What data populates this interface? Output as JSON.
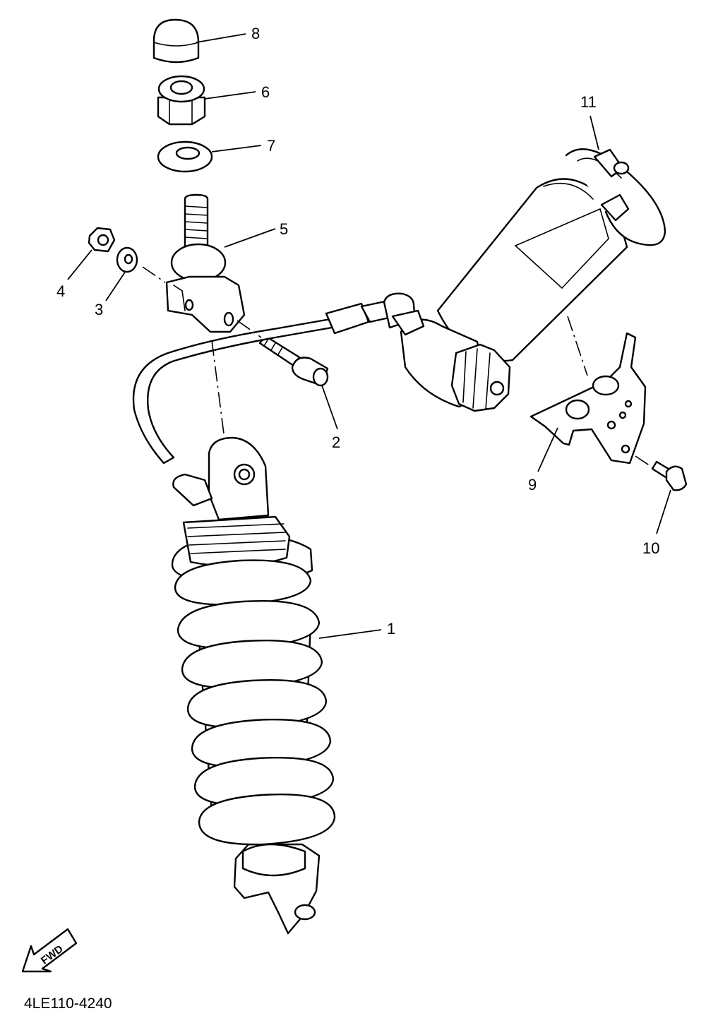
{
  "diagram": {
    "callouts": [
      {
        "id": "p1",
        "number": "1"
      },
      {
        "id": "p2",
        "number": "2"
      },
      {
        "id": "p3",
        "number": "3"
      },
      {
        "id": "p4",
        "number": "4"
      },
      {
        "id": "p5",
        "number": "5"
      },
      {
        "id": "p6",
        "number": "6"
      },
      {
        "id": "p7",
        "number": "7"
      },
      {
        "id": "p8",
        "number": "8"
      },
      {
        "id": "p9",
        "number": "9"
      },
      {
        "id": "p10",
        "number": "10"
      },
      {
        "id": "p11",
        "number": "11"
      }
    ],
    "fwd_label": "FWD",
    "diagram_code": "4LE110-4240"
  }
}
